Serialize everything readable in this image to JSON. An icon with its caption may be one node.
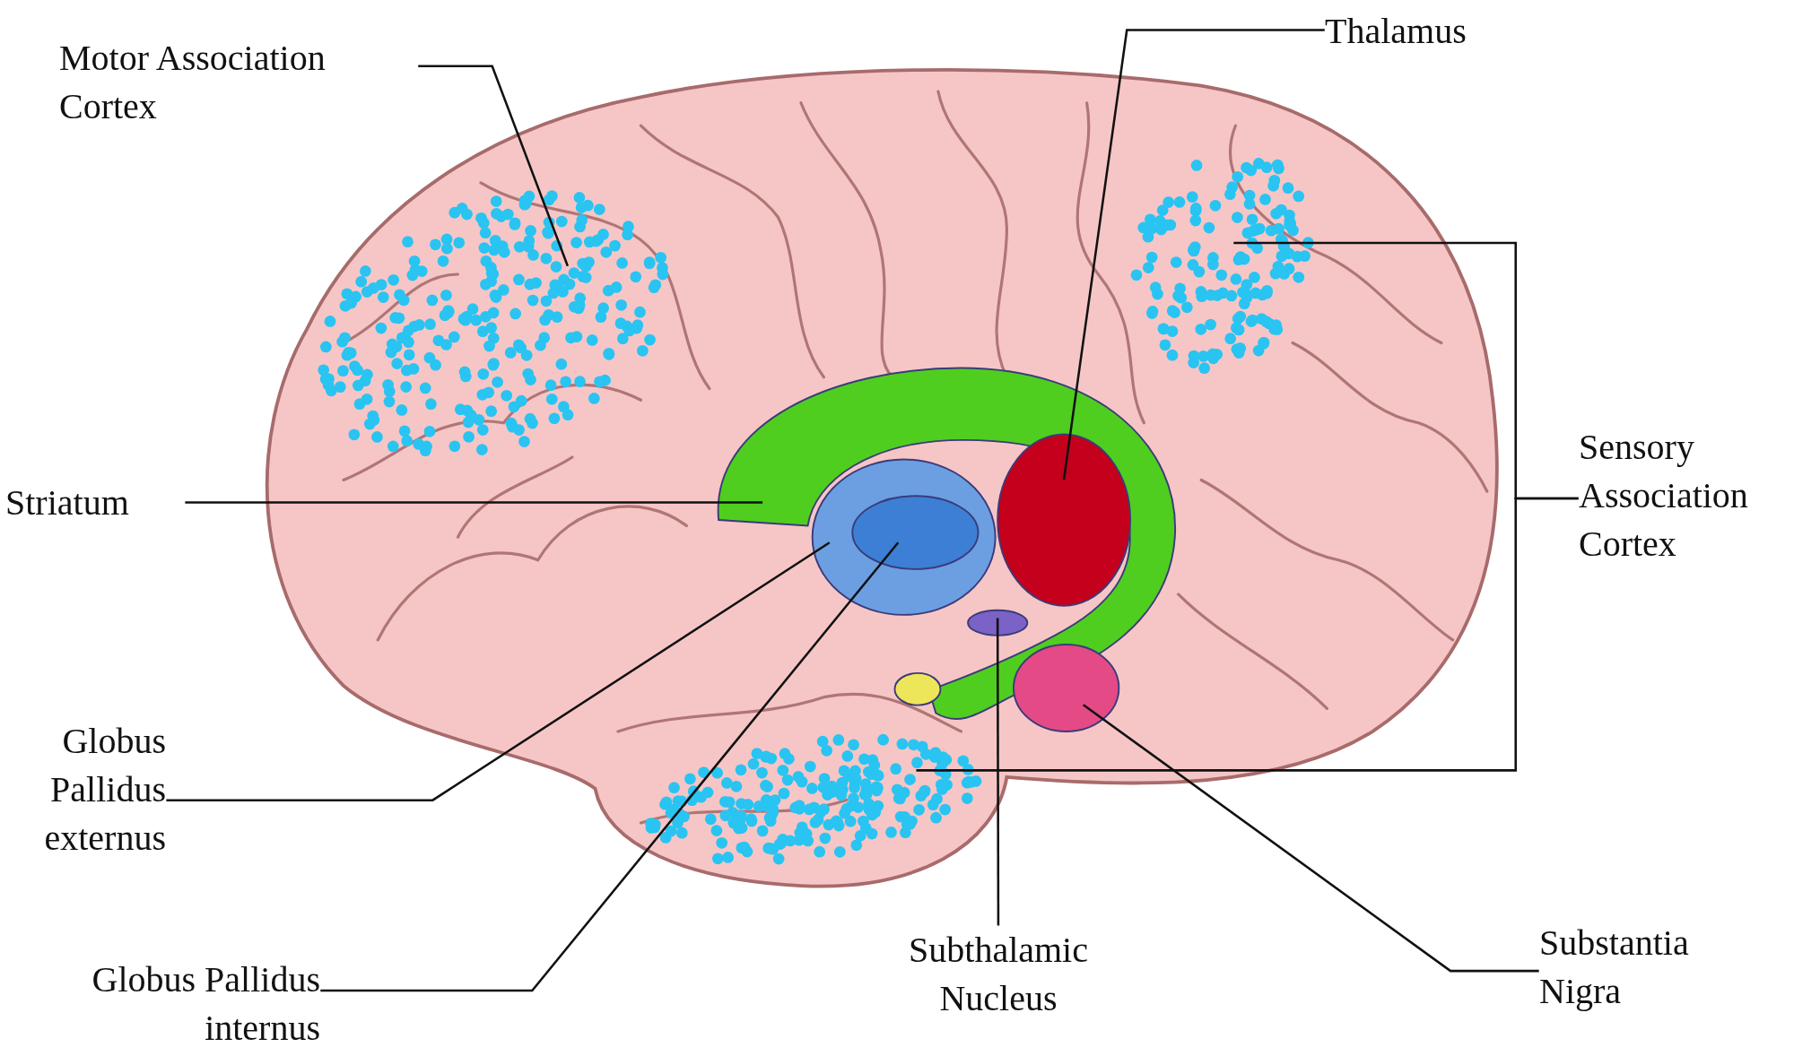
{
  "diagram": {
    "nodes": [
      {
        "text": [
          "Motor Association Cortex"
        ]
      },
      {
        "text": [],
        "shape": "picture"
      },
      {
        "text": [
          "Thalamus"
        ]
      },
      {
        "text": [],
        "shape": "circle"
      },
      {
        "text": [
          "Striatum"
        ]
      },
      {
        "text": [],
        "shape": "band"
      },
      {
        "text": [
          "Sensory Association Cortex"
        ]
      },
      {
        "text": [],
        "shape": "picture"
      },
      {
        "text": [],
        "shape": "picture"
      },
      {
        "text": [
          "Globus Pallidus externus"
        ]
      },
      {
        "text": [],
        "shape": "circle"
      },
      {
        "text": [
          "Globus Pallidus internus"
        ]
      },
      {
        "text": [],
        "shape": "circle",
        "in": 10
      },
      {
        "text": [
          "Subthalamic Nucleus"
        ]
      },
      {
        "text": [],
        "shape": "circle"
      },
      {
        "text": [
          "Substantia Nigra"
        ]
      },
      {
        "text": [],
        "shape": "circle"
      }
    ],
    "edges": [
      {
        "from": 0,
        "to": 1,
        "arrow": "none"
      },
      {
        "from": 2,
        "to": 3,
        "arrow": "none"
      },
      {
        "from": 4,
        "to": 5,
        "arrow": "none"
      },
      {
        "from": 6,
        "to": 7,
        "arrow": "none"
      },
      {
        "from": 6,
        "to": 8,
        "arrow": "none"
      },
      {
        "from": 9,
        "to": 10,
        "arrow": "none"
      },
      {
        "from": 11,
        "to": 12,
        "arrow": "none"
      },
      {
        "from": 13,
        "to": 14,
        "arrow": "none"
      },
      {
        "from": 15,
        "to": 16,
        "arrow": "none"
      }
    ]
  }
}
